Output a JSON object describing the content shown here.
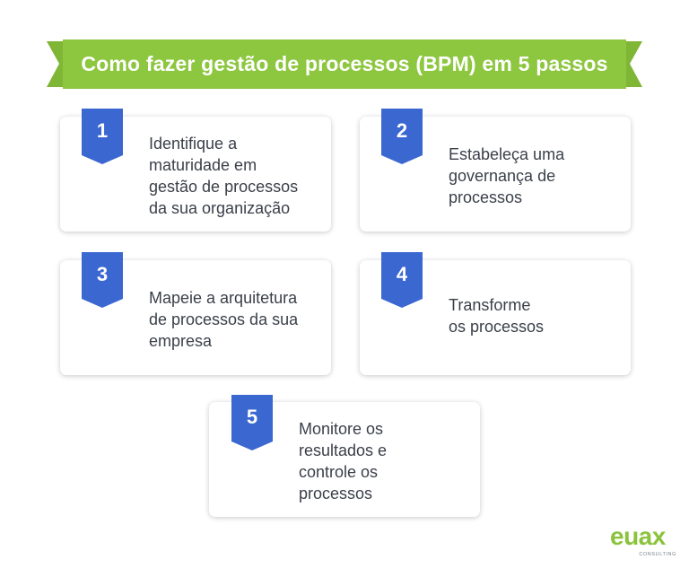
{
  "title": "Como fazer gestão de processos (BPM) em 5 passos",
  "colors": {
    "banner": "#8dc63f",
    "banner_fold": "#6e9e2e",
    "badge": "#3b67d1",
    "text": "#3a3f49"
  },
  "steps": [
    {
      "number": "1",
      "lines": [
        "Identifique a",
        "maturidade em",
        "gestão de processos",
        "da sua organização"
      ]
    },
    {
      "number": "2",
      "lines": [
        "Estabeleça uma",
        "governança de",
        "processos"
      ]
    },
    {
      "number": "3",
      "lines": [
        "Mapeie a arquitetura",
        "de processos da sua",
        "empresa"
      ]
    },
    {
      "number": "4",
      "lines": [
        "Transforme",
        "os processos"
      ]
    },
    {
      "number": "5",
      "lines": [
        "Monitore os",
        "resultados e",
        "controle os",
        "processos"
      ]
    }
  ],
  "logo": {
    "word": "euax",
    "sub": "CONSULTING"
  }
}
